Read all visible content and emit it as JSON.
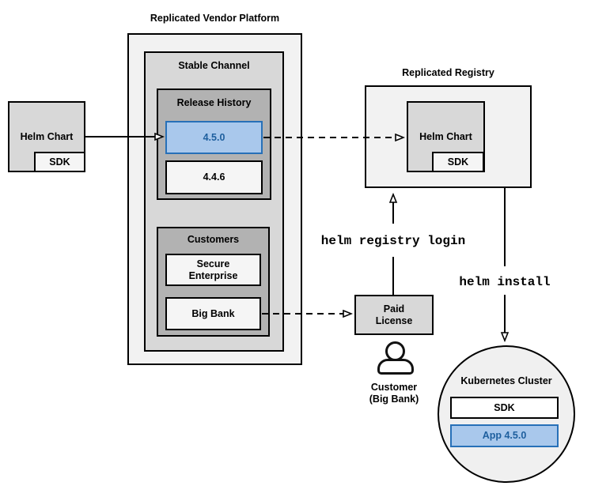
{
  "diagram": {
    "vendor_platform": {
      "title": "Replicated Vendor Platform"
    },
    "stable_channel": {
      "title": "Stable Channel"
    },
    "release_history": {
      "title": "Release History",
      "releases": [
        {
          "version": "4.5.0",
          "highlighted": true
        },
        {
          "version": "4.4.6",
          "highlighted": false
        }
      ]
    },
    "customers": {
      "title": "Customers",
      "items": [
        "Secure Enterprise",
        "Big Bank"
      ]
    },
    "source_helm_chart": {
      "label": "Helm Chart",
      "sdk": "SDK"
    },
    "registry": {
      "title": "Replicated Registry",
      "helm_chart": "Helm Chart",
      "sdk": "SDK"
    },
    "paid_license": {
      "label": "Paid License"
    },
    "customer": {
      "line1": "Customer",
      "line2": "(Big Bank)"
    },
    "commands": {
      "registry_login": "helm registry login",
      "install": "helm install"
    },
    "cluster": {
      "title": "Kubernetes Cluster",
      "sdk": "SDK",
      "app": "App 4.5.0"
    },
    "colors": {
      "highlight_fill": "#a9c8ec",
      "highlight_border": "#2770b8",
      "highlight_text": "#1e5f9e",
      "container_light": "#f2f2f2",
      "container_mid": "#d8d8d8",
      "container_dark": "#b2b2b2",
      "item_light": "#f5f5f5",
      "circle_fill": "#f0f0f0",
      "line_color": "#000000"
    }
  }
}
